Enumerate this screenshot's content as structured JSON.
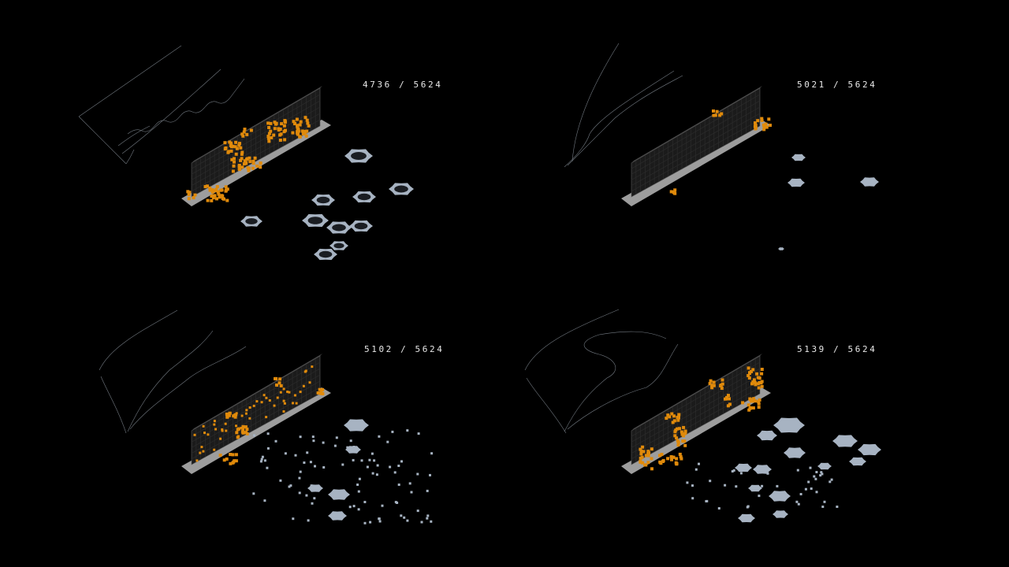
{
  "panels": [
    {
      "count": "4736 / 5624"
    },
    {
      "count": "5021 / 5624"
    },
    {
      "count": "5102 / 5624"
    },
    {
      "count": "5139 / 5624"
    }
  ],
  "colors": {
    "background": "#000000",
    "wall": "#1b1b1b",
    "wall_edge": "#5a5a5a",
    "floor": "#9d9d9d",
    "highlight": "#e08a0b",
    "debris": "#a7b3c2",
    "trace_line": "#9aa3ad",
    "text": "#e8e8e8"
  }
}
